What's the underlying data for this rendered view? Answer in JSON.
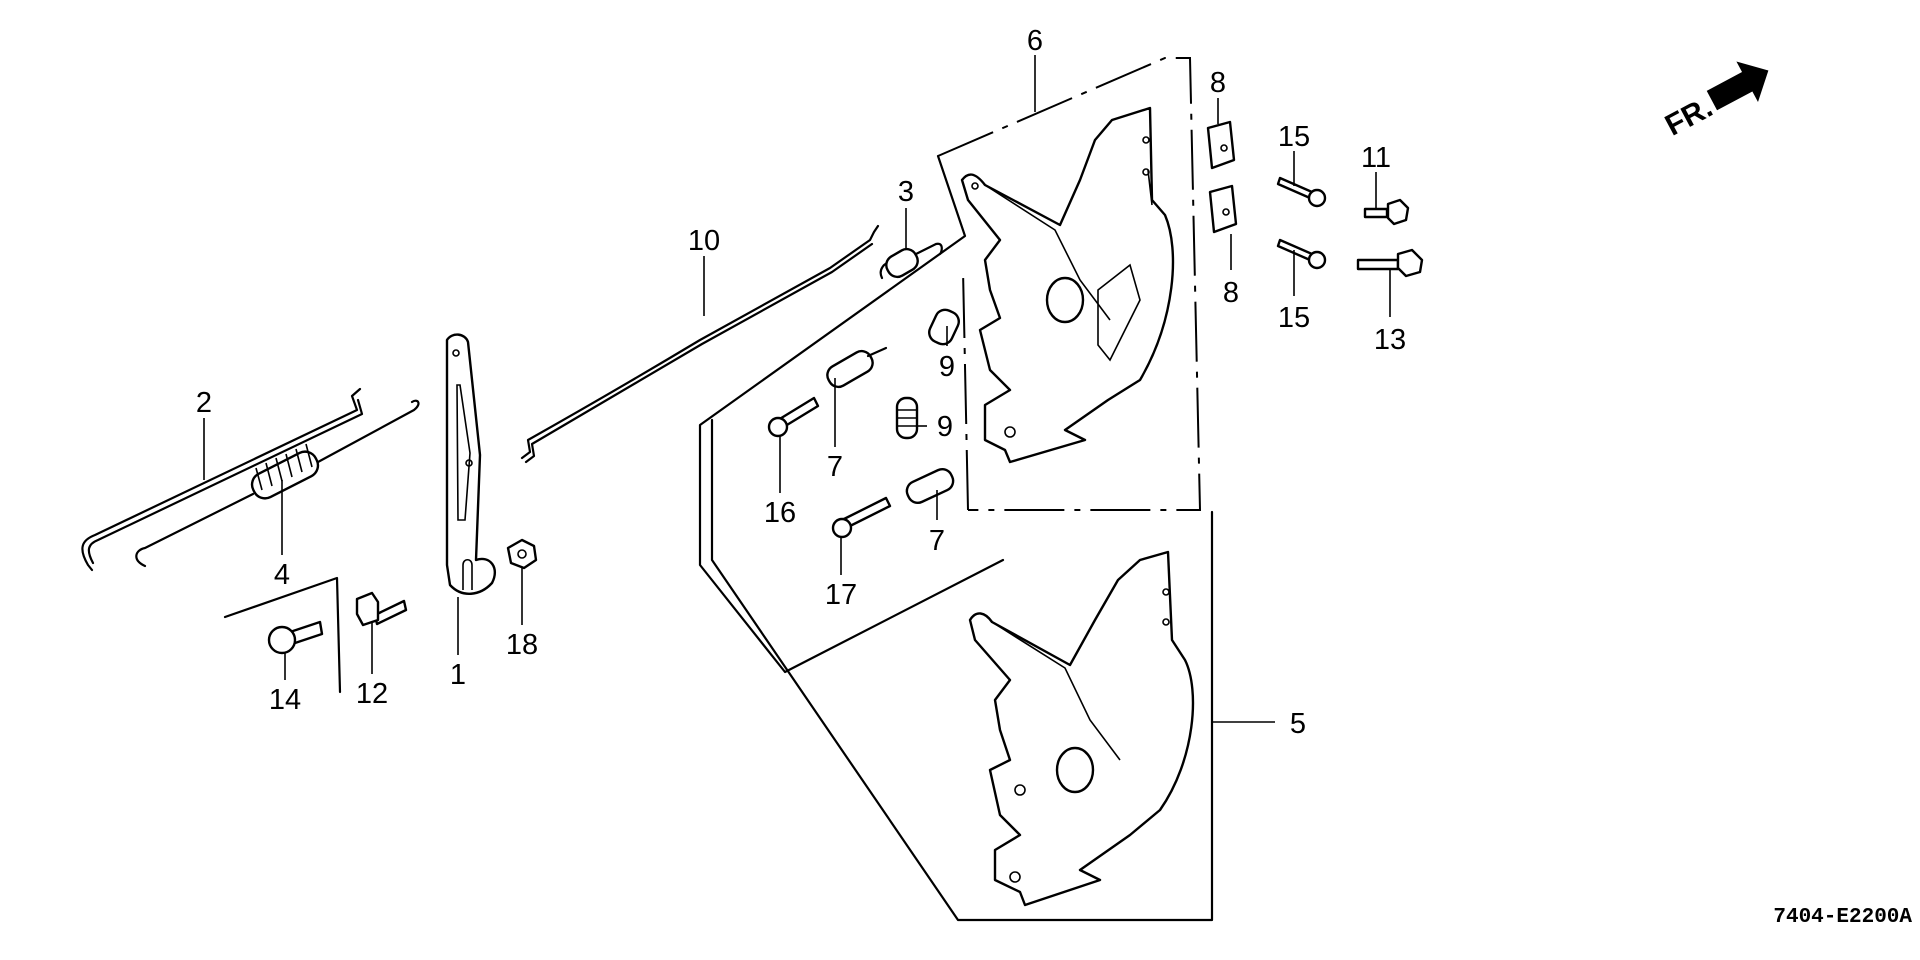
{
  "diagram": {
    "title": "Control Base Exploded Parts Diagram",
    "diagram_code": "7404-E2200A",
    "orientation_label": "FR.",
    "orientation_icon": "front-direction-arrow-icon",
    "callouts": [
      {
        "id": "c1",
        "label": "1",
        "part": "lever"
      },
      {
        "id": "c2",
        "label": "2",
        "part": "rod"
      },
      {
        "id": "c3",
        "label": "3",
        "part": "spring"
      },
      {
        "id": "c4",
        "label": "4",
        "part": "rod with spring"
      },
      {
        "id": "c5",
        "label": "5",
        "part": "control base assembly"
      },
      {
        "id": "c6",
        "label": "6",
        "part": "control base assembly"
      },
      {
        "id": "c7a",
        "label": "7",
        "part": "spring"
      },
      {
        "id": "c7b",
        "label": "7",
        "part": "spring"
      },
      {
        "id": "c8a",
        "label": "8",
        "part": "clamp"
      },
      {
        "id": "c8b",
        "label": "8",
        "part": "clamp"
      },
      {
        "id": "c9a",
        "label": "9",
        "part": "spring"
      },
      {
        "id": "c9b",
        "label": "9",
        "part": "spring"
      },
      {
        "id": "c10",
        "label": "10",
        "part": "rod"
      },
      {
        "id": "c11",
        "label": "11",
        "part": "flange bolt"
      },
      {
        "id": "c12",
        "label": "12",
        "part": "screw"
      },
      {
        "id": "c13",
        "label": "13",
        "part": "flange bolt"
      },
      {
        "id": "c14",
        "label": "14",
        "part": "bolt"
      },
      {
        "id": "c15a",
        "label": "15",
        "part": "screw"
      },
      {
        "id": "c15b",
        "label": "15",
        "part": "screw"
      },
      {
        "id": "c16",
        "label": "16",
        "part": "screw"
      },
      {
        "id": "c17",
        "label": "17",
        "part": "screw"
      },
      {
        "id": "c18",
        "label": "18",
        "part": "nut"
      }
    ]
  }
}
